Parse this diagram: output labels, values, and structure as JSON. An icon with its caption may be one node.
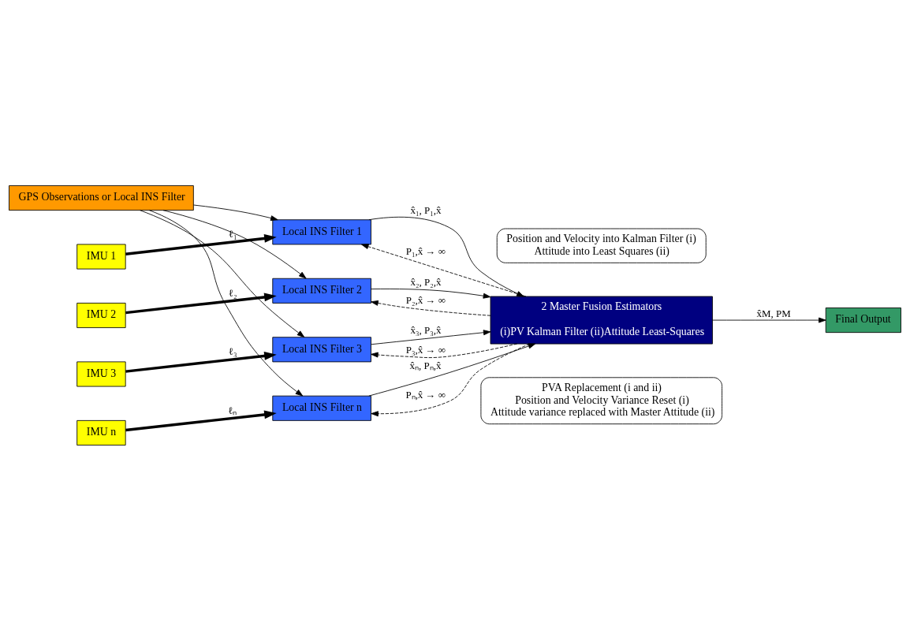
{
  "diagram": {
    "nodes": [
      {
        "text": [
          "GPS Observations or Local INS Filter"
        ]
      },
      {
        "text": [
          "IMU 1"
        ]
      },
      {
        "text": [
          "IMU 2"
        ]
      },
      {
        "text": [
          "IMU 3"
        ]
      },
      {
        "text": [
          "IMU n"
        ]
      },
      {
        "text": [
          "Local INS Filter 1"
        ]
      },
      {
        "text": [
          "Local INS Filter 2"
        ]
      },
      {
        "text": [
          "Local INS Filter 3"
        ]
      },
      {
        "text": [
          "Local INS Filter n"
        ]
      },
      {
        "text": [
          "2 Master Fusion Estimators",
          "(i)PV Kalman Filter (ii)Attitude Least-Squares"
        ]
      },
      {
        "text": [
          "Final Output"
        ]
      },
      {
        "text": [
          "Position and Velocity into Kalman Filter (i)",
          "Attitude into Least Squares (ii)"
        ]
      },
      {
        "text": [
          "PVA Replacement (i and ii)",
          "Position and Velocity Variance Reset (i)",
          "Attitude variance replaced with Master Attitude (ii)"
        ]
      }
    ],
    "edges": [
      {
        "from": 1,
        "to": 5,
        "arrow": "to",
        "label": "ℓ₁",
        "style": "thick"
      },
      {
        "from": 2,
        "to": 6,
        "arrow": "to",
        "label": "ℓ₂",
        "style": "thick"
      },
      {
        "from": 3,
        "to": 7,
        "arrow": "to",
        "label": "ℓ₃",
        "style": "thick"
      },
      {
        "from": 4,
        "to": 8,
        "arrow": "to",
        "label": "ℓₙ",
        "style": "thick"
      },
      {
        "from": 0,
        "to": 5,
        "arrow": "to"
      },
      {
        "from": 0,
        "to": 6,
        "arrow": "to"
      },
      {
        "from": 0,
        "to": 7,
        "arrow": "to"
      },
      {
        "from": 0,
        "to": 8,
        "arrow": "to"
      },
      {
        "from": 5,
        "to": 9,
        "arrow": "to",
        "label": "x̂₁, P₁,x̂"
      },
      {
        "from": 9,
        "to": 5,
        "arrow": "to",
        "style": "dashed",
        "label": "P₁,x̂ → ∞"
      },
      {
        "from": 6,
        "to": 9,
        "arrow": "to",
        "label": "x̂₂, P₂,x̂"
      },
      {
        "from": 9,
        "to": 6,
        "arrow": "to",
        "style": "dashed",
        "label": "P₂,x̂ → ∞"
      },
      {
        "from": 7,
        "to": 9,
        "arrow": "to",
        "label": "x̂₃, P₃,x̂"
      },
      {
        "from": 9,
        "to": 7,
        "arrow": "to",
        "style": "dashed",
        "label": "P₃,x̂ → ∞"
      },
      {
        "from": 8,
        "to": 9,
        "arrow": "to",
        "label": "x̂ₙ, Pₙ,x̂"
      },
      {
        "from": 9,
        "to": 8,
        "arrow": "to",
        "style": "dashed",
        "label": "Pₙ,x̂ → ∞"
      },
      {
        "from": 9,
        "to": 10,
        "arrow": "to",
        "label": "x̂M, PM"
      }
    ]
  }
}
